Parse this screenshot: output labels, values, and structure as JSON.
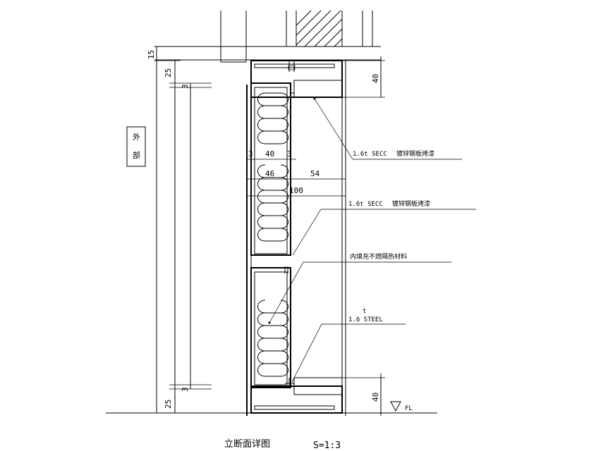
{
  "side_box": {
    "line1": "外",
    "line2": "部"
  },
  "dimensions": {
    "top_offset": "15",
    "top_gap": "25",
    "top_right": "40",
    "bottom_gap": "25",
    "bottom_right": "40",
    "small_left_top": "3",
    "small_left_bottom": "3",
    "inner_a": "40",
    "inner_b": "46",
    "inner_right": "54",
    "overall": "100",
    "small_mid_1": "3",
    "small_mid_2": "3"
  },
  "notes": {
    "n1_spec": "1.6t SECC",
    "n1_desc": "镀锌钢板烤漆",
    "n2_spec": "1.6t SECC",
    "n2_desc": "镀锌钢板烤漆",
    "n3": "内填充不燃隔热材料",
    "n4_super": "t",
    "n4": "1.6 STEEL"
  },
  "floor_label": "FL",
  "title": "立断面详图",
  "scale": "S=1:3"
}
